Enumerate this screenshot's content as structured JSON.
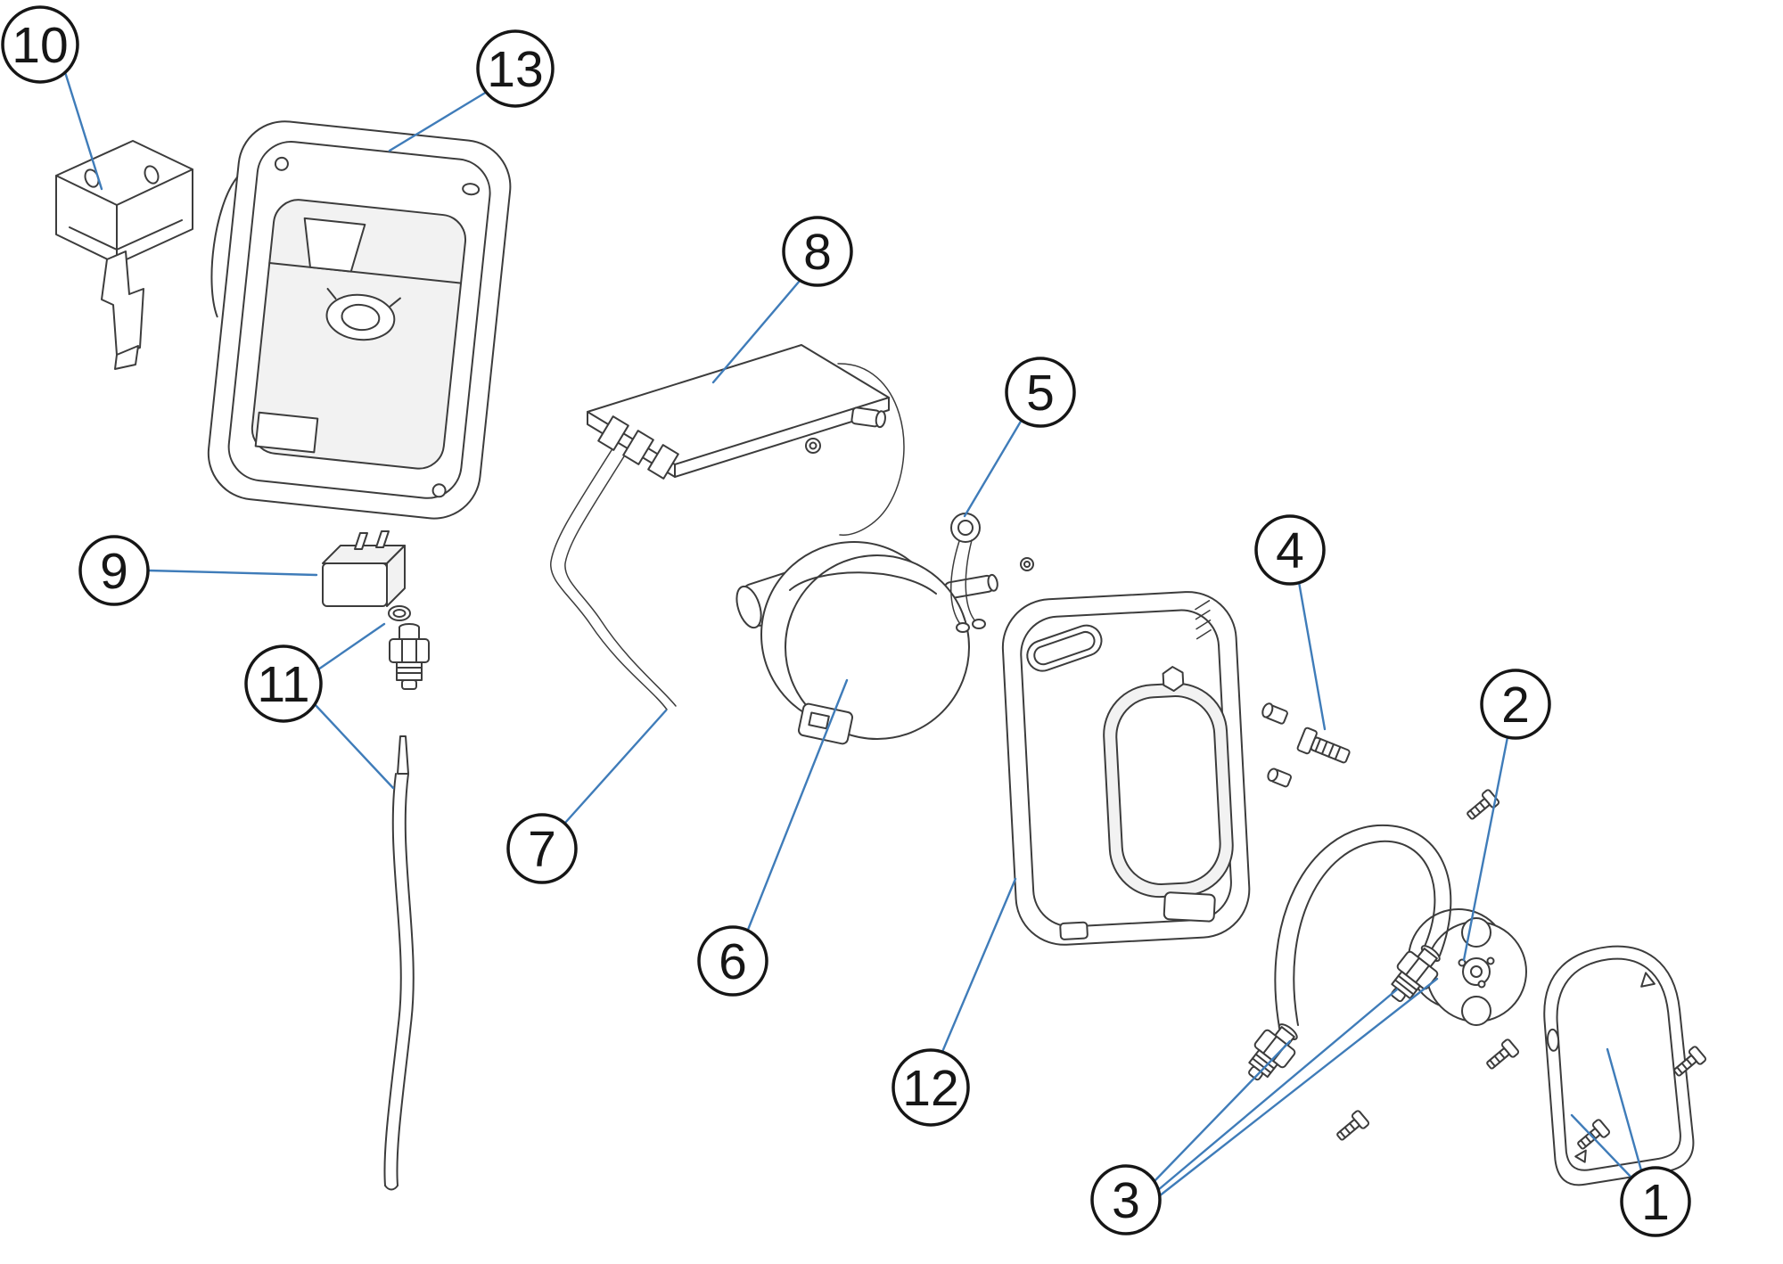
{
  "figure": {
    "kind": "exploded-parts-diagram",
    "colors": {
      "background": "#ffffff",
      "line": "#3c3c3c",
      "leader": "#3f7cb9",
      "callout_fill": "#ffffff",
      "callout_stroke": "#161616",
      "callout_text": "#161616"
    },
    "callouts": [
      {
        "label": "10"
      },
      {
        "label": "13"
      },
      {
        "label": "8"
      },
      {
        "label": "5"
      },
      {
        "label": "9"
      },
      {
        "label": "11"
      },
      {
        "label": "7"
      },
      {
        "label": "6"
      },
      {
        "label": "12"
      },
      {
        "label": "4"
      },
      {
        "label": "2"
      },
      {
        "label": "3"
      },
      {
        "label": "1"
      }
    ]
  }
}
